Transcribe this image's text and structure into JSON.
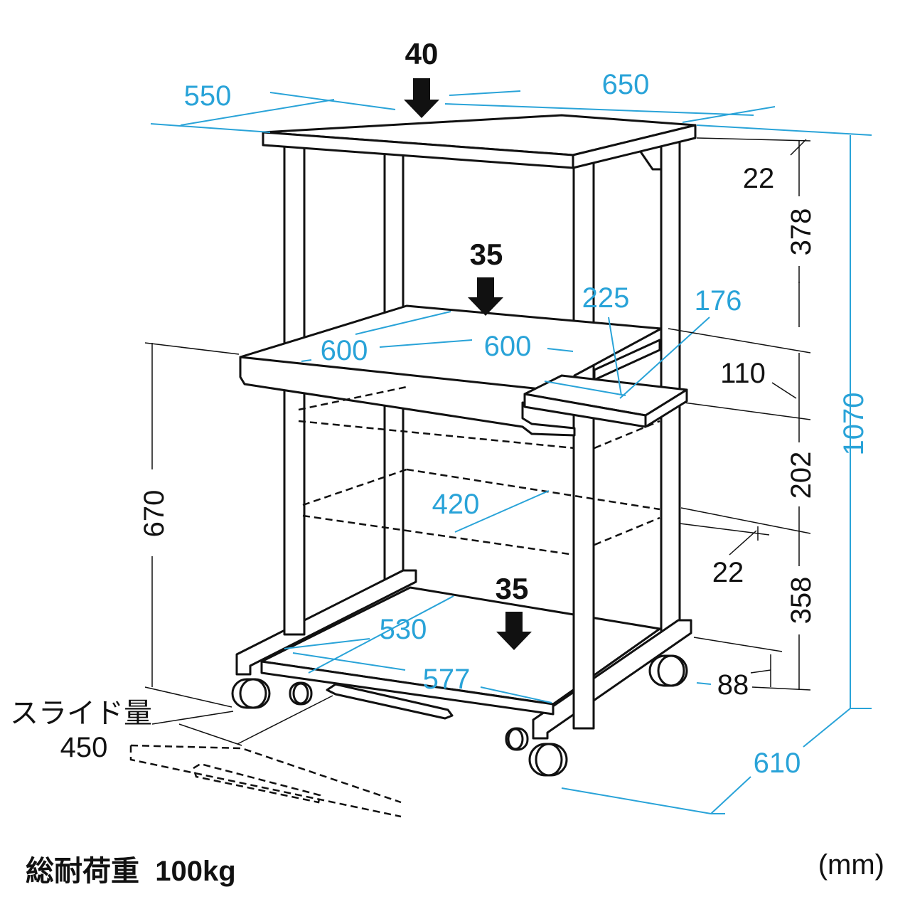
{
  "colors": {
    "line": "#111111",
    "dimension": "#29a3d8",
    "label_dark": "#111111"
  },
  "loads": {
    "top": "40",
    "middle": "35",
    "bottom": "35"
  },
  "dims_blue": {
    "top_depth": "550",
    "top_width": "650",
    "mid_depth": "600",
    "mid_width": "600",
    "kbd_width": "225",
    "kbd_depth": "176",
    "inner_width": "420",
    "bottom_depth": "530",
    "bottom_width": "577",
    "base_depth": "610",
    "total_height": "1070"
  },
  "dims_dark": {
    "top_thickness": "22",
    "top_gap": "378",
    "kbd_height": "110",
    "middle_gap": "202",
    "shelf_thickness": "22",
    "lower_gap": "358",
    "bottom_height": "88",
    "desk_height": "670",
    "slide_label": "スライド量",
    "slide_value": "450"
  },
  "footer": {
    "caption": "総耐荷重  100kg",
    "unit": "(mm)"
  }
}
